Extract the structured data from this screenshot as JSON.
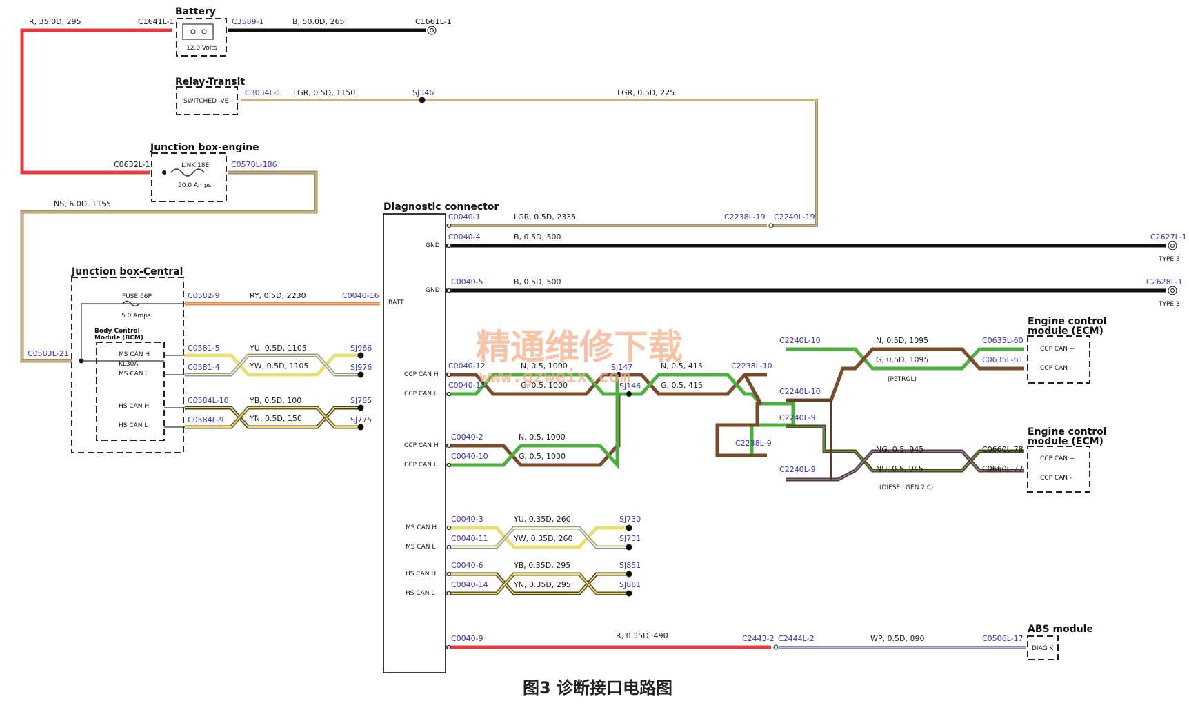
{
  "components": {
    "battery": "Battery",
    "battery_rating": "12.0 Volts",
    "relay": "Relay-Transit",
    "relay_function": "SWITCHED -VE",
    "jb_engine": "Junction box-engine",
    "jb_engine_link": "LINK 18E",
    "jb_engine_amps": "50.0 Amps",
    "jb_central": "Junction box-Central",
    "jb_central_fuse": "FUSE 66P",
    "jb_central_amps": "5.0 Amps",
    "bcm_line1": "Body Control-",
    "bcm_line2": "Module (BCM)",
    "bcm_pin_ms_h": "MS CAN H",
    "bcm_pin_kl30a": "KL30A",
    "bcm_pin_ms_l": "MS CAN L",
    "bcm_pin_hs_h": "HS CAN H",
    "bcm_pin_hs_l": "HS CAN L",
    "diag": "Diagnostic connector",
    "ecm1_line1": "Engine control",
    "ecm1_line2": "module (ECM)",
    "ecm1_pin1": "CCP CAN +",
    "ecm1_pin2": "CCP CAN -",
    "ecm2_line1": "Engine control",
    "ecm2_line2": "module (ECM)",
    "ecm2_pin1": "CCP CAN +",
    "ecm2_pin2": "CCP CAN -",
    "abs": "ABS module",
    "abs_pin": "DIAG K",
    "petrol": "(PETROL)",
    "diesel": "(DIESEL GEN 2.0)",
    "type3_a": "TYPE 3",
    "type3_b": "TYPE 3"
  },
  "diag_pins": {
    "gnd1": "GND",
    "gnd2": "GND",
    "batt": "BATT",
    "ccp_h1": "CCP CAN H",
    "ccp_l1": "CCP CAN L",
    "ccp_h2": "CCP CAN H",
    "ccp_l2": "CCP CAN L",
    "ms_h": "MS CAN H",
    "ms_l": "MS CAN L",
    "hs_h": "HS CAN H",
    "hs_l": "HS CAN L"
  },
  "connectors": {
    "c1641l_1": "C1641L-1",
    "c3589_1": "C3589-1",
    "c1661l_1": "C1661L-1",
    "c3034l_1": "C3034L-1",
    "sj346": "SJ346",
    "c0632l_1": "C0632L-1",
    "c0570l_186": "C0570L-186",
    "c0583l_21": "C0583L-21",
    "c0582_9": "C0582-9",
    "c0040_16": "C0040-16",
    "c0581_5": "C0581-5",
    "c0581_4": "C0581-4",
    "sj966": "SJ966",
    "sj976": "SJ976",
    "c0584l_10": "C0584L-10",
    "c0584l_9": "C0584L-9",
    "sj785": "SJ785",
    "sj775": "SJ775",
    "c0040_1": "C0040-1",
    "c2238l_19": "C2238L-19",
    "c2240l_19": "C2240L-19",
    "c0040_4": "C0040-4",
    "c2627l_1": "C2627L-1",
    "c0040_5": "C0040-5",
    "c2628l_1": "C2628L-1",
    "c0040_12": "C0040-12",
    "c0040_13": "C0040-13",
    "sj147": "SJ147",
    "sj146": "SJ146",
    "c2238l_10": "C2238L-10",
    "c2240l_10a": "C2240L-10",
    "c2240l_10b": "C2240L-10",
    "c2240l_9a": "C2240L-9",
    "c2238l_9": "C2238L-9",
    "c2240l_9b": "C2240L-9",
    "c0635l_60": "C0635L-60",
    "c0635l_61": "C0635L-61",
    "c0660l_78": "C0660L-78",
    "c0660l_77": "C0660L-77",
    "c0040_2": "C0040-2",
    "c0040_10": "C0040-10",
    "c0040_3": "C0040-3",
    "c0040_11": "C0040-11",
    "sj730": "SJ730",
    "sj731": "SJ731",
    "c0040_6": "C0040-6",
    "c0040_14": "C0040-14",
    "sj851": "SJ851",
    "sj861": "SJ861",
    "c0040_9": "C0040-9",
    "c2443_2": "C2443-2",
    "c2444l_2": "C2444L-2",
    "c0506l_17": "C0506L-17"
  },
  "wires": {
    "r_35": "R, 35.0D, 295",
    "b_50": "B, 50.0D, 265",
    "lgr_1150": "LGR, 0.5D, 1150",
    "lgr_225": "LGR, 0.5D, 225",
    "ns_1155": "NS, 6.0D, 1155",
    "ry_2230": "RY, 0.5D, 2230",
    "yu_1105": "YU, 0.5D, 1105",
    "yw_1105": "YW, 0.5D, 1105",
    "yb_100": "YB, 0.5D, 100",
    "yn_150": "YN, 0.5D, 150",
    "lgr_2335": "LGR, 0.5D, 2335",
    "b_500a": "B, 0.5D, 500",
    "b_500b": "B, 0.5D, 500",
    "n_1000a": "N, 0.5, 1000",
    "g_1000a": "G, 0.5, 1000",
    "n_415": "N, 0.5, 415",
    "g_415": "G, 0.5, 415",
    "n_1095": "N, 0.5D, 1095",
    "g_1095": "G, 0.5D, 1095",
    "ng_945": "NG, 0.5, 945",
    "nu_945": "NU, 0.5, 945",
    "n_1000b": "N, 0.5, 1000",
    "g_1000b": "G, 0.5, 1000",
    "yu_260": "YU, 0.35D, 260",
    "yw_260": "YW, 0.35D, 260",
    "yb_295": "YB, 0.35D, 295",
    "yn_295": "YN, 0.35D, 295",
    "r_490": "R, 0.35D, 490",
    "wp_890": "WP, 0.5D, 890"
  },
  "watermark": {
    "title": "精通维修下载",
    "url": "www.gzweix.com"
  },
  "caption": "图3 诊断接口电路图",
  "colors": {
    "red": "#e8383d",
    "black": "#111111",
    "olive": "#a58f62",
    "brown": "#7a4a2a",
    "green": "#4caf3f",
    "yellow": "#e9df72",
    "orange": "#f08a4b",
    "purple": "#8f86b8"
  }
}
